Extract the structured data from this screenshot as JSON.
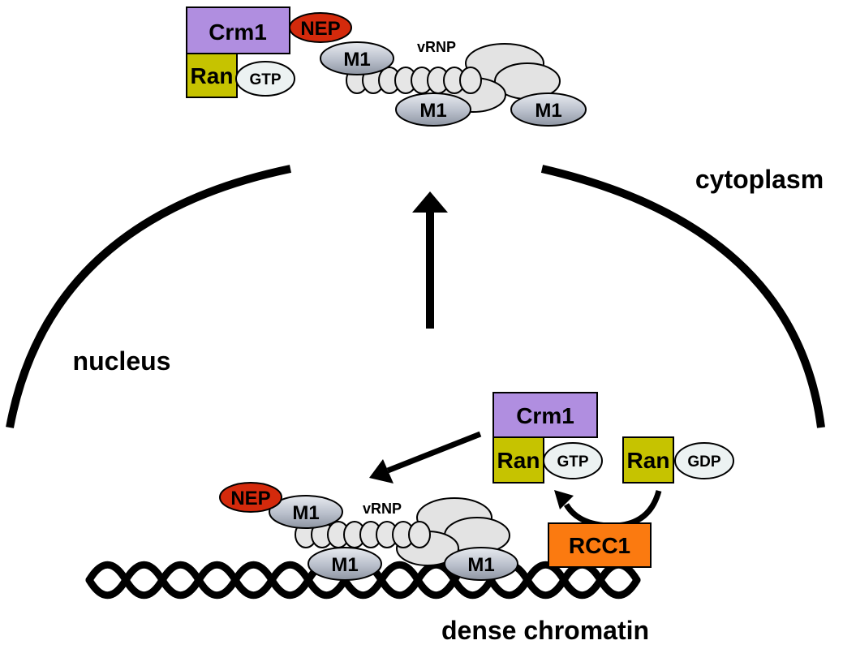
{
  "labels": {
    "cytoplasm": "cytoplasm",
    "nucleus": "nucleus",
    "chromatin": "dense chromatin"
  },
  "top_complex": {
    "crm1": "Crm1",
    "nep": "NEP",
    "ran": "Ran",
    "gtp": "GTP",
    "vrnp": "vRNP",
    "m1_a": "M1",
    "m1_b": "M1",
    "m1_c": "M1"
  },
  "bottom_complex": {
    "nep": "NEP",
    "vrnp": "vRNP",
    "m1_a": "M1",
    "m1_b": "M1",
    "m1_c": "M1"
  },
  "export_complex": {
    "crm1": "Crm1",
    "ran": "Ran",
    "gtp": "GTP"
  },
  "ran_gdp": {
    "ran": "Ran",
    "gdp": "GDP"
  },
  "rcc1": "RCC1",
  "colors": {
    "crm1": "#b08ee0",
    "nep": "#d42a0c",
    "ran": "#c6c300",
    "m1": "#b9bfcb",
    "vrnp": "#e3e3e3",
    "rcc1": "#fb7a10",
    "nucleotide": "#ecf2f2"
  }
}
